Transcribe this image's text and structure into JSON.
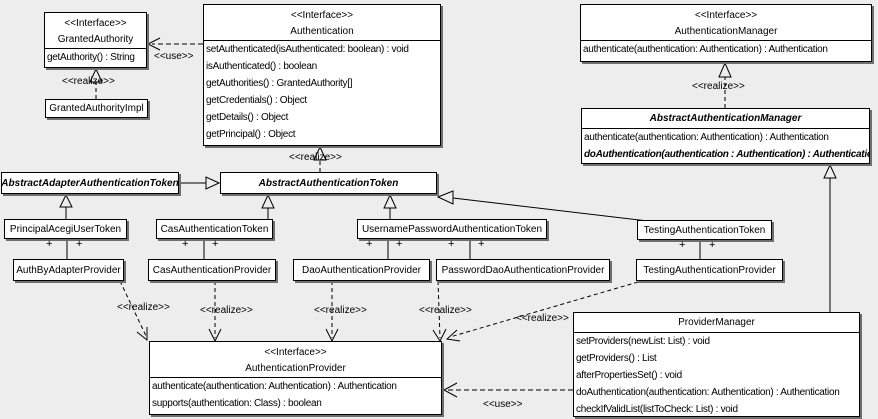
{
  "diagram": {
    "background": "#ededed",
    "box_background": "#ffffff",
    "line_color": "#000000",
    "shadow_color": "#6f6f6f"
  },
  "edge_labels": {
    "use": "<<use>>",
    "realize": "<<realize>>",
    "plus": "+"
  },
  "classes": {
    "granted_authority": {
      "stereotype": "<<Interface>>",
      "name": "GrantedAuthority",
      "methods": [
        "getAuthority() : String"
      ]
    },
    "granted_authority_impl": {
      "name": "GrantedAuthorityImpl"
    },
    "authentication": {
      "stereotype": "<<Interface>>",
      "name": "Authentication",
      "methods": [
        "setAuthenticated(isAuthenticated: boolean) : void",
        "isAuthenticated() : boolean",
        "getAuthorities() : GrantedAuthority[]",
        "getCredentials() : Object",
        "getDetails() : Object",
        "getPrincipal() : Object"
      ]
    },
    "authentication_manager": {
      "stereotype": "<<Interface>>",
      "name": "AuthenticationManager",
      "methods": [
        "authenticate(authentication: Authentication) : Authentication"
      ]
    },
    "abstract_authentication_manager": {
      "name": "AbstractAuthenticationManager",
      "methods": [
        "authenticate(authentication: Authentication) : Authentication",
        "doAuthentication(authentication : Authentication) : Authentication"
      ]
    },
    "abstract_adapter_authentication_token": {
      "name": "AbstractAdapterAuthenticationToken"
    },
    "abstract_authentication_token": {
      "name": "AbstractAuthenticationToken"
    },
    "principal_acegi_user_token": {
      "name": "PrincipalAcegiUserToken"
    },
    "cas_authentication_token": {
      "name": "CasAuthenticationToken"
    },
    "username_password_authentication_token": {
      "name": "UsernamePasswordAuthenticationToken"
    },
    "testing_authentication_token": {
      "name": "TestingAuthenticationToken"
    },
    "auth_by_adapter_provider": {
      "name": "AuthByAdapterProvider"
    },
    "cas_authentication_provider": {
      "name": "CasAuthenticationProvider"
    },
    "dao_authentication_provider": {
      "name": "DaoAuthenticationProvider"
    },
    "password_dao_authentication_provider": {
      "name": "PasswordDaoAuthenticationProvider"
    },
    "testing_authentication_provider": {
      "name": "TestingAuthenticationProvider"
    },
    "authentication_provider": {
      "stereotype": "<<Interface>>",
      "name": "AuthenticationProvider",
      "methods": [
        "authenticate(authentication: Authentication) : Authentication",
        "supports(authentication: Class) : boolean"
      ]
    },
    "provider_manager": {
      "name": "ProviderManager",
      "methods": [
        "setProviders(newList: List) : void",
        "getProviders() : List",
        "afterPropertiesSet() : void",
        "doAuthentication(authentication: Authentication) : Authentication",
        "checkIfValidList(listToCheck: List) : void"
      ]
    }
  }
}
